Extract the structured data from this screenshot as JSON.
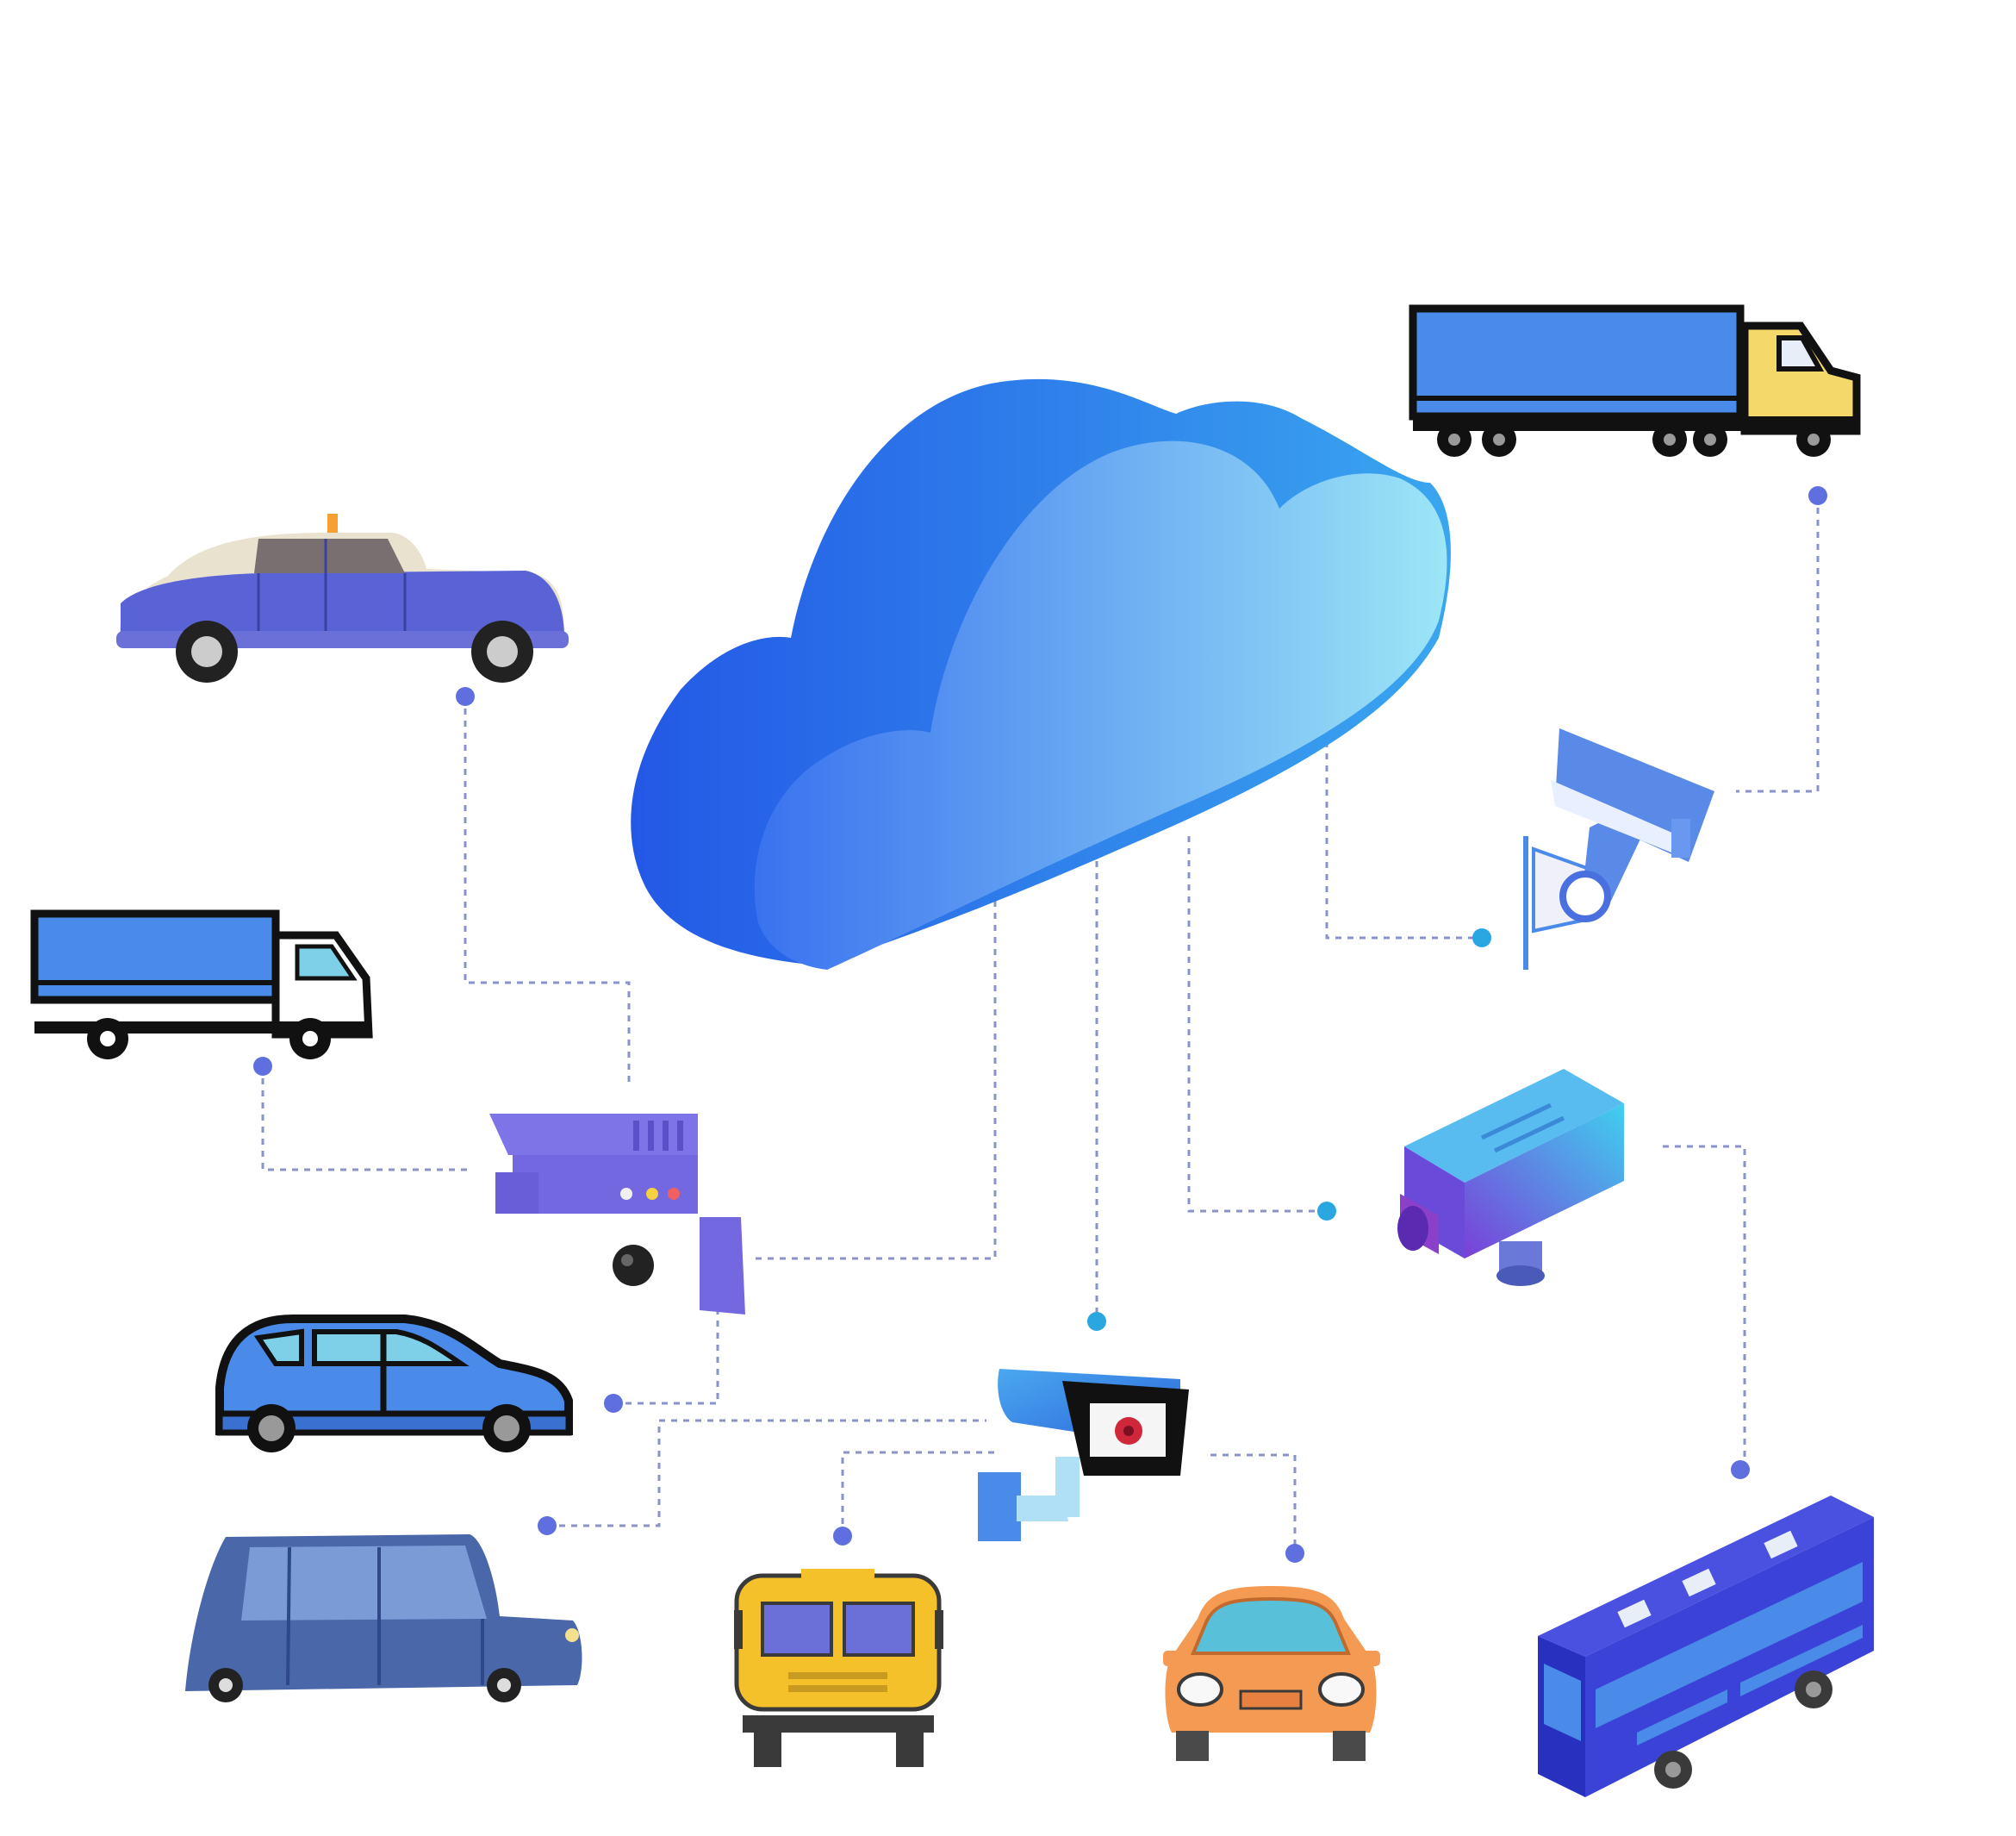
{
  "diagram": {
    "hub": {
      "name": "cloud",
      "color_light": "#8fdcf5",
      "color_dark": "#2a63e8"
    },
    "devices": [
      {
        "name": "ptz-camera",
        "icon": "ptz-camera-icon"
      },
      {
        "name": "dome-camera",
        "icon": "dome-camera-icon"
      },
      {
        "name": "bullet-camera",
        "icon": "bullet-camera-icon"
      },
      {
        "name": "wall-camera",
        "icon": "wall-camera-icon"
      },
      {
        "name": "iso-camera",
        "icon": "iso-camera-icon"
      }
    ],
    "vehicles": [
      {
        "name": "taxi",
        "icon": "taxi-icon"
      },
      {
        "name": "box-truck",
        "icon": "box-truck-icon"
      },
      {
        "name": "hatchback",
        "icon": "hatchback-car-icon"
      },
      {
        "name": "van",
        "icon": "van-icon"
      },
      {
        "name": "school-bus",
        "icon": "school-bus-icon"
      },
      {
        "name": "orange-car",
        "icon": "orange-car-icon"
      },
      {
        "name": "double-decker-bus",
        "icon": "bus-icon"
      },
      {
        "name": "semi-truck",
        "icon": "semi-truck-icon"
      }
    ],
    "colors": {
      "link": "#8a93c9",
      "node_purple": "#5f6fe0",
      "node_cyan": "#2aa6e0",
      "vehicle_blue": "#4a8ae8",
      "vehicle_purple": "#5a63d6",
      "school_bus_yellow": "#f5c12a",
      "orange_car": "#f59a52",
      "semi_cab_yellow": "#f5d86a",
      "outline": "#111111"
    }
  }
}
